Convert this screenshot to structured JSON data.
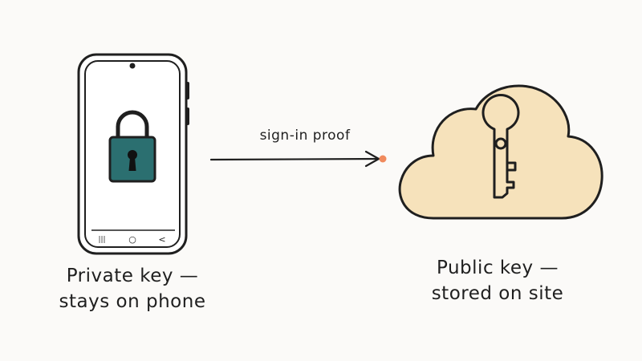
{
  "diagram": {
    "arrow_label": "sign-in proof",
    "left_caption": {
      "line1": "Private key —",
      "line2": "stays on phone"
    },
    "right_caption": {
      "line1": "Public key —",
      "line2": "stored on site"
    },
    "phone_nav": {
      "recents": "|||",
      "home": "○",
      "back": "<"
    },
    "colors": {
      "lock_body": "#2b6f70",
      "cloud_fill": "#f6e2bb",
      "arrow_dot": "#f08a5d",
      "ink": "#1f1f1f"
    },
    "icons": {
      "device": "smartphone-icon",
      "lock": "padlock-icon",
      "cloud": "cloud-icon",
      "key": "key-icon"
    }
  }
}
